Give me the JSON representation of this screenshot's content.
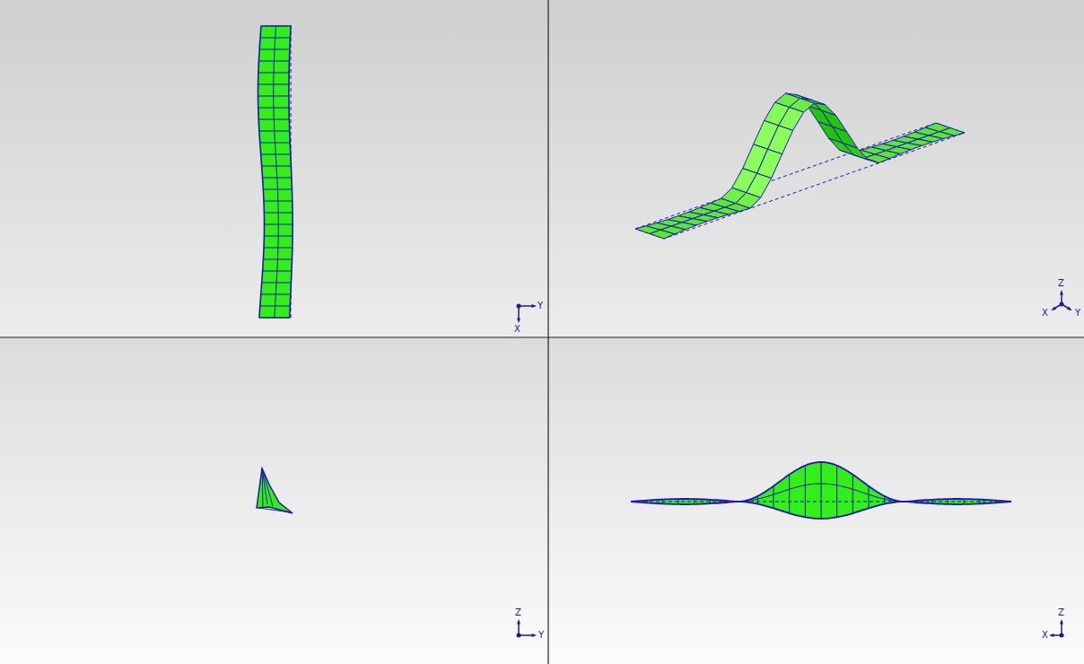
{
  "diagram": {
    "labels": [
      "Y",
      "X",
      "Z",
      "X",
      "Y",
      "Z",
      "Y",
      "Z",
      "X"
    ]
  }
}
